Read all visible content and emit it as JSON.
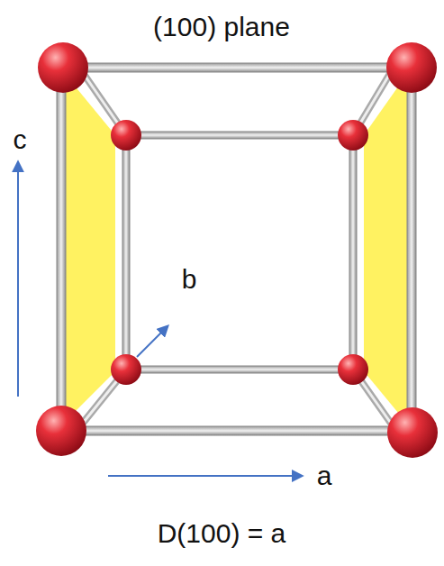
{
  "diagram": {
    "title": "(100) plane",
    "caption": "D(100) = a",
    "labels": [
      "c",
      "b",
      "a"
    ]
  }
}
